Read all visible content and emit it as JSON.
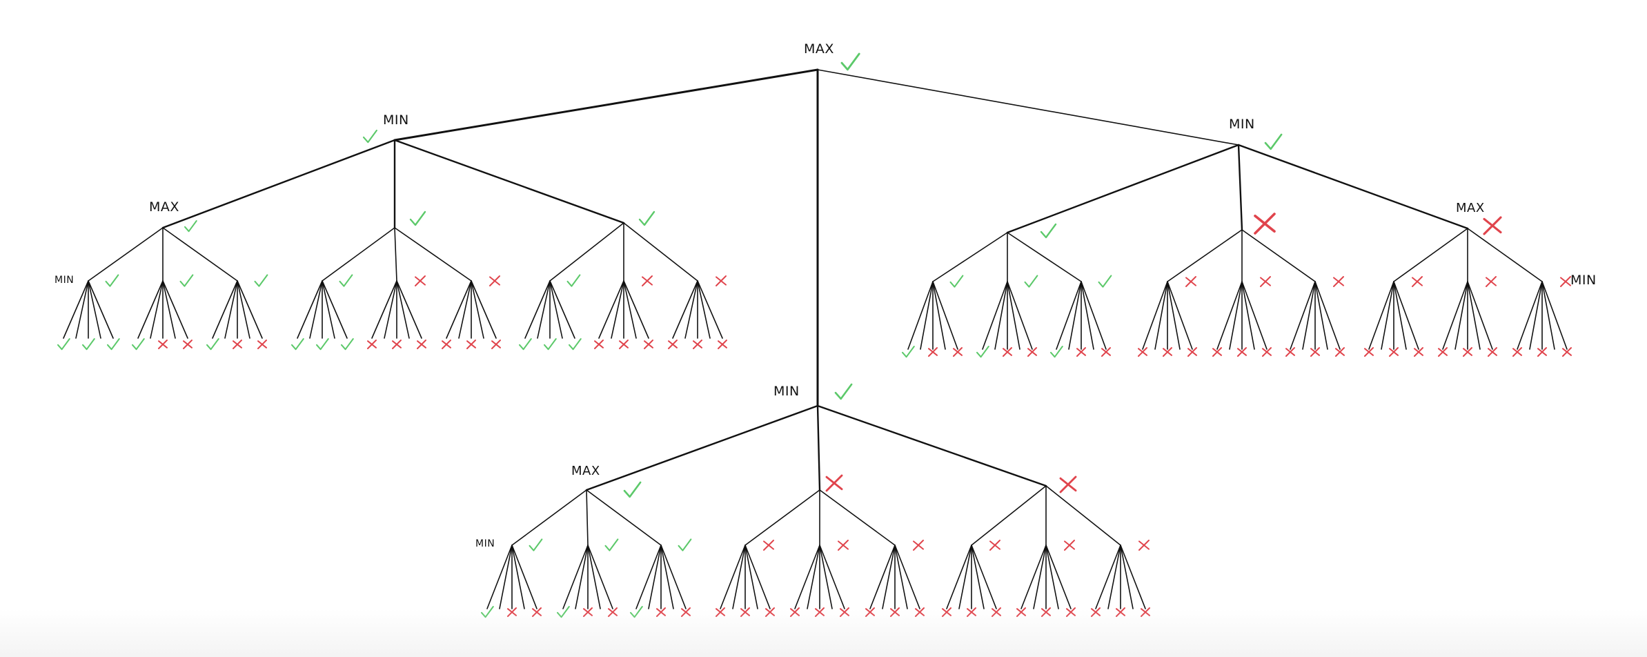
{
  "labels": {
    "max": "MAX",
    "min": "MIN"
  },
  "colors": {
    "check": "#5cc96a",
    "cross": "#e0444c",
    "line": "#111111"
  },
  "tree": {
    "root": {
      "label": "MAX",
      "mark": "check"
    },
    "children": [
      {
        "label": "MIN",
        "mark": "check",
        "children": [
          {
            "label": "MAX",
            "mark": "check",
            "leaf_label": "MIN",
            "groups": [
              {
                "mark": "check",
                "leaves": [
                  "check",
                  "check",
                  "check"
                ]
              },
              {
                "mark": "check",
                "leaves": [
                  "check",
                  "cross",
                  "cross"
                ]
              },
              {
                "mark": "check",
                "leaves": [
                  "check",
                  "cross",
                  "cross"
                ]
              }
            ]
          },
          {
            "label": "",
            "mark": "check",
            "groups": [
              {
                "mark": "check",
                "leaves": [
                  "check",
                  "check",
                  "check"
                ]
              },
              {
                "mark": "cross",
                "leaves": [
                  "cross",
                  "cross",
                  "cross"
                ]
              },
              {
                "mark": "cross",
                "leaves": [
                  "cross",
                  "cross",
                  "cross"
                ]
              }
            ]
          },
          {
            "label": "",
            "mark": "check",
            "groups": [
              {
                "mark": "check",
                "leaves": [
                  "check",
                  "check",
                  "check"
                ]
              },
              {
                "mark": "cross",
                "leaves": [
                  "cross",
                  "cross",
                  "cross"
                ]
              },
              {
                "mark": "cross",
                "leaves": [
                  "cross",
                  "cross",
                  "cross"
                ]
              }
            ]
          }
        ]
      },
      {
        "label": "MIN",
        "mark": "check",
        "children": [
          {
            "label": "MAX",
            "mark": "check",
            "leaf_label": "MIN",
            "groups": [
              {
                "mark": "check",
                "leaves": [
                  "check",
                  "cross",
                  "cross"
                ]
              },
              {
                "mark": "check",
                "leaves": [
                  "check",
                  "cross",
                  "cross"
                ]
              },
              {
                "mark": "check",
                "leaves": [
                  "check",
                  "cross",
                  "cross"
                ]
              }
            ]
          },
          {
            "label": "",
            "mark": "cross",
            "groups": [
              {
                "mark": "cross",
                "leaves": [
                  "cross",
                  "cross",
                  "cross"
                ]
              },
              {
                "mark": "cross",
                "leaves": [
                  "cross",
                  "cross",
                  "cross"
                ]
              },
              {
                "mark": "cross",
                "leaves": [
                  "cross",
                  "cross",
                  "cross"
                ]
              }
            ]
          },
          {
            "label": "",
            "mark": "cross",
            "groups": [
              {
                "mark": "cross",
                "leaves": [
                  "cross",
                  "cross",
                  "cross"
                ]
              },
              {
                "mark": "cross",
                "leaves": [
                  "cross",
                  "cross",
                  "cross"
                ]
              },
              {
                "mark": "cross",
                "leaves": [
                  "cross",
                  "cross",
                  "cross"
                ]
              }
            ]
          }
        ]
      },
      {
        "label": "MIN",
        "mark": "check",
        "children": [
          {
            "label": "",
            "mark": "check",
            "groups": [
              {
                "mark": "check",
                "leaves": [
                  "check",
                  "cross",
                  "cross"
                ]
              },
              {
                "mark": "check",
                "leaves": [
                  "check",
                  "cross",
                  "cross"
                ]
              },
              {
                "mark": "check",
                "leaves": [
                  "check",
                  "cross",
                  "cross"
                ]
              }
            ]
          },
          {
            "label": "",
            "mark": "cross",
            "groups": [
              {
                "mark": "cross",
                "leaves": [
                  "cross",
                  "cross",
                  "cross"
                ]
              },
              {
                "mark": "cross",
                "leaves": [
                  "cross",
                  "cross",
                  "cross"
                ]
              },
              {
                "mark": "cross",
                "leaves": [
                  "cross",
                  "cross",
                  "cross"
                ]
              }
            ]
          },
          {
            "label": "MAX",
            "mark": "cross",
            "leaf_label": "MIN",
            "groups": [
              {
                "mark": "cross",
                "leaves": [
                  "cross",
                  "cross",
                  "cross"
                ]
              },
              {
                "mark": "cross",
                "leaves": [
                  "cross",
                  "cross",
                  "cross"
                ]
              },
              {
                "mark": "cross",
                "leaves": [
                  "cross",
                  "cross",
                  "cross"
                ]
              }
            ]
          }
        ]
      }
    ]
  }
}
